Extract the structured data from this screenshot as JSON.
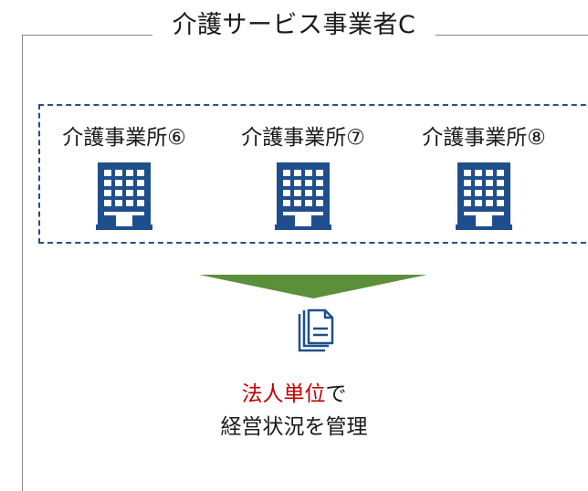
{
  "company": {
    "title": "介護サービス事業者C"
  },
  "offices": [
    {
      "label": "介護事業所⑥",
      "icon": "building-icon"
    },
    {
      "label": "介護事業所⑦",
      "icon": "building-icon"
    },
    {
      "label": "介護事業所⑧",
      "icon": "building-icon"
    }
  ],
  "flow": {
    "arrow_color": "#5b8f3a",
    "doc_icon": "document-icon"
  },
  "caption": {
    "emphasis": "法人単位",
    "rest_line1": "で",
    "line2": "経営状況を管理",
    "emphasis_color": "#c00000"
  },
  "colors": {
    "frame": "#8a8a8a",
    "dashed_group": "#2a4e86",
    "building": "#1f4e8c"
  }
}
